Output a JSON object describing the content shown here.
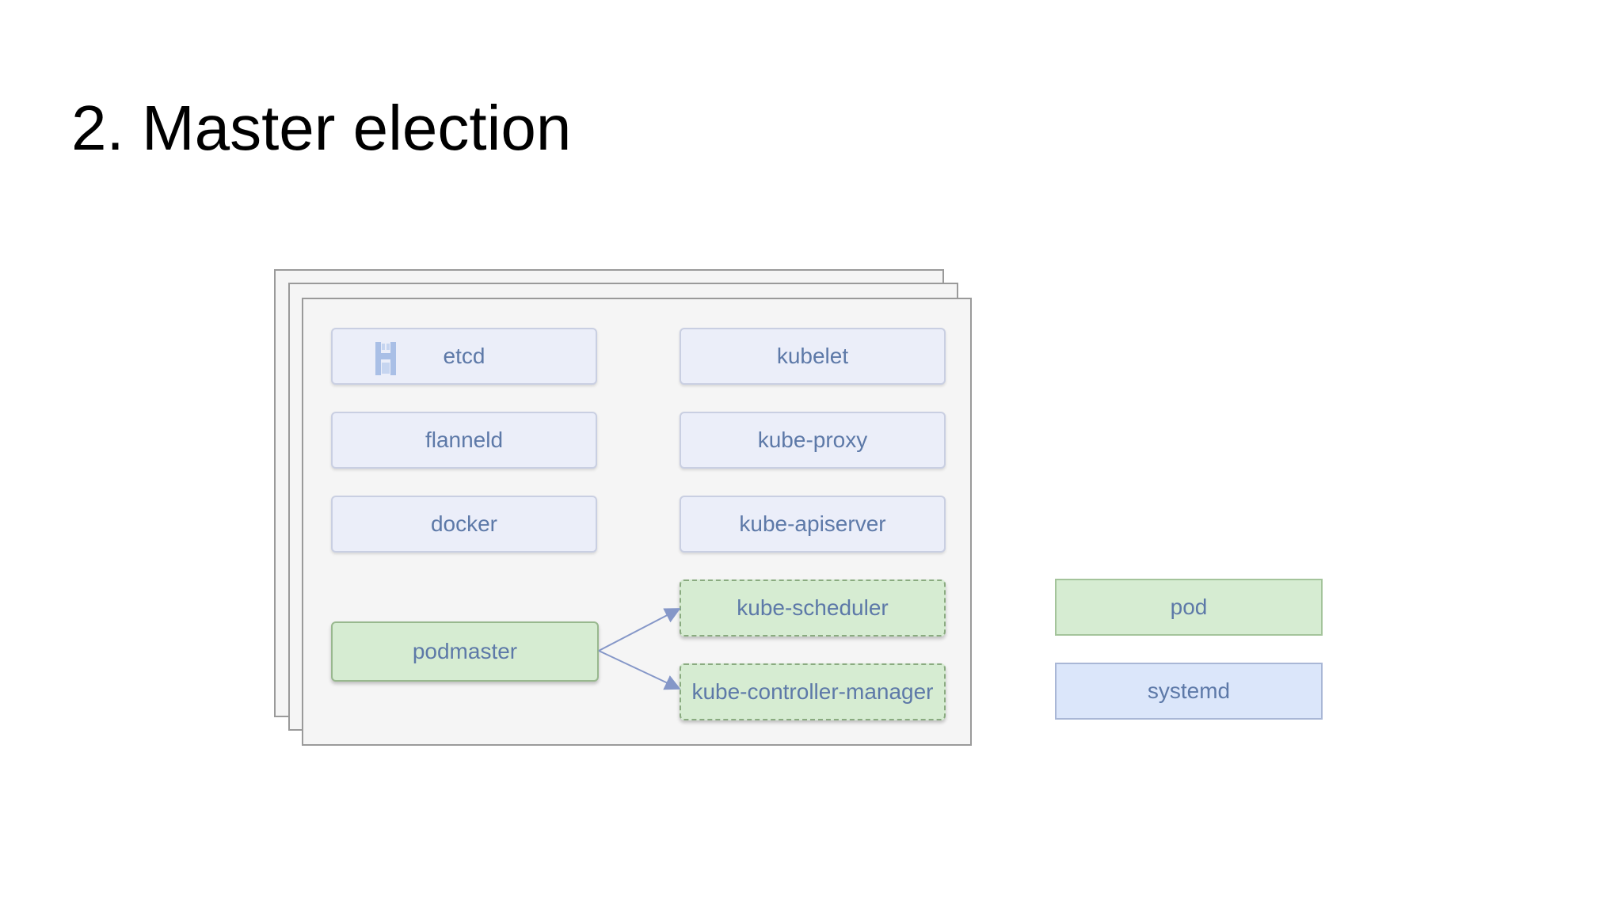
{
  "slide": {
    "title": "2. Master election"
  },
  "diagram": {
    "system_components": [
      {
        "label": "etcd"
      },
      {
        "label": "kubelet"
      },
      {
        "label": "flanneld"
      },
      {
        "label": "kube-proxy"
      },
      {
        "label": "docker"
      },
      {
        "label": "kube-apiserver"
      }
    ],
    "pod_components": [
      {
        "label": "podmaster"
      },
      {
        "label": "kube-scheduler"
      },
      {
        "label": "kube-controller-manager"
      }
    ],
    "icons": {
      "etcd": "etcd-logo-icon"
    }
  },
  "legend": {
    "pod_label": "pod",
    "systemd_label": "systemd"
  },
  "colors": {
    "systemd_fill": "#dbe6fa",
    "pod_fill": "#d6ecd2",
    "label_text": "#5d79a8",
    "arrow": "#8597c8"
  }
}
